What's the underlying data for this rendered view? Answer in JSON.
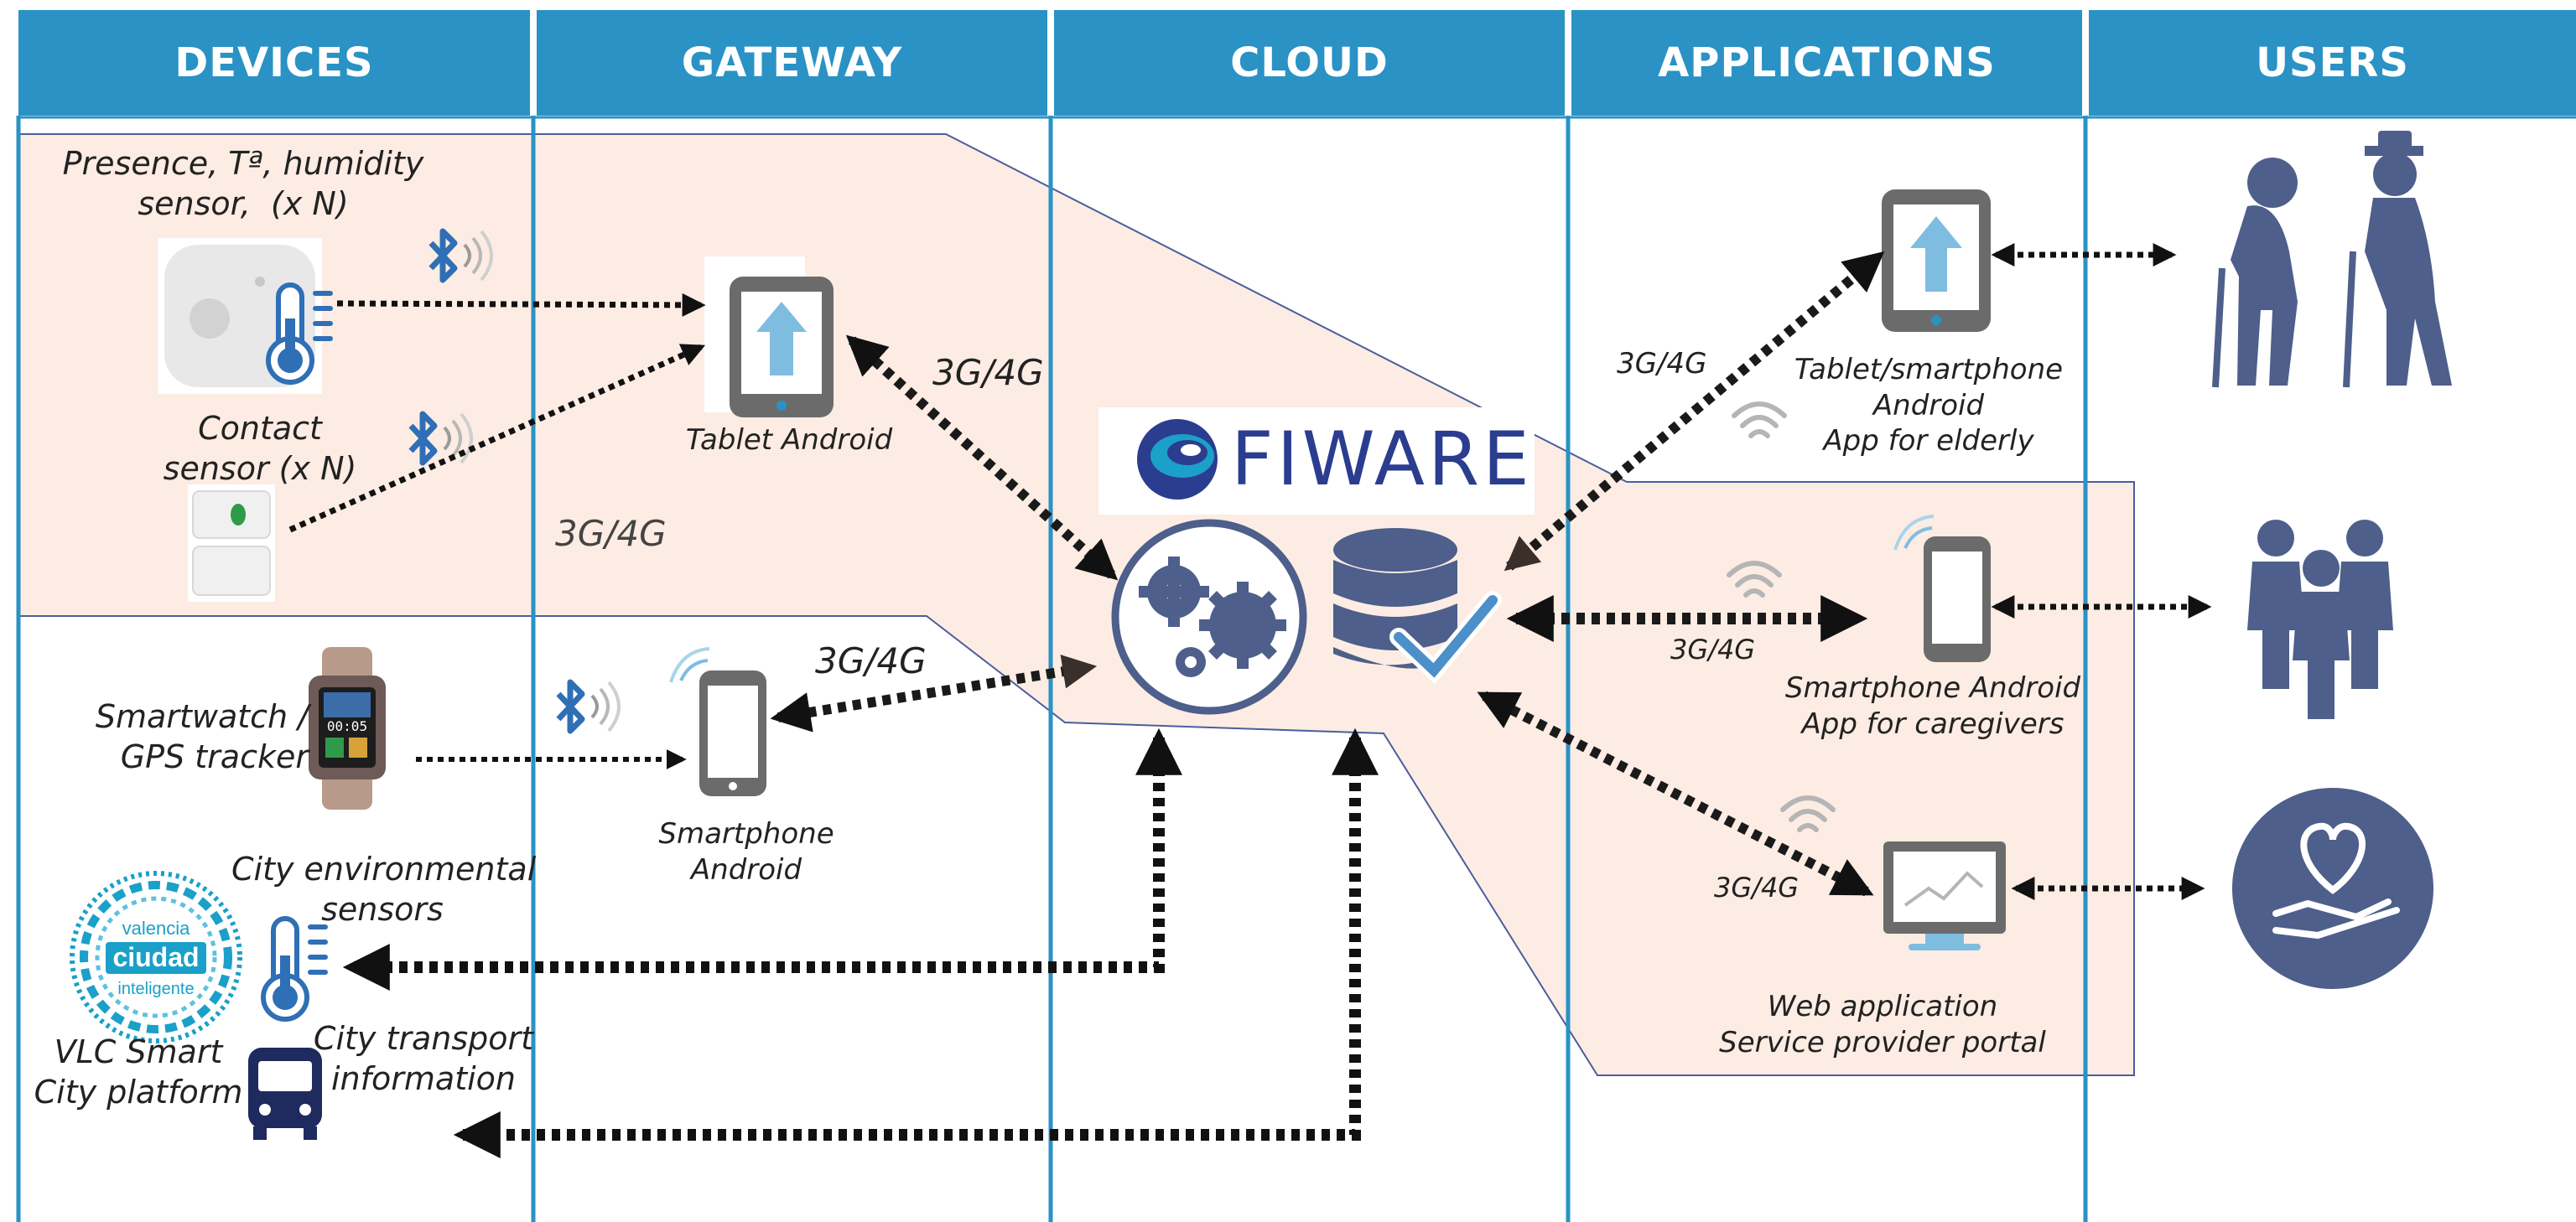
{
  "columns": [
    {
      "id": "devices",
      "label": "DEVICES"
    },
    {
      "id": "gateway",
      "label": "GATEWAY"
    },
    {
      "id": "cloud",
      "label": "CLOUD"
    },
    {
      "id": "applications",
      "label": "APPLICATIONS"
    },
    {
      "id": "users",
      "label": "USERS"
    }
  ],
  "devices": {
    "presence_sensor": "Presence, Tª, humidity\nsensor,  (x N)",
    "contact_sensor": "Contact\nsensor (x N)",
    "smartwatch": "Smartwatch /\nGPS tracker",
    "city_env_sensors": "City environmental\nsensors",
    "city_transport": "City transport\ninformation",
    "vlc_platform": "VLC Smart\nCity platform",
    "vlc_logo": {
      "line1": "valencia",
      "line2": "ciudad",
      "line3": "inteligente"
    }
  },
  "gateway": {
    "tablet": "Tablet Android",
    "smartphone": "Smartphone\nAndroid"
  },
  "cloud": {
    "logo": "FIWARE"
  },
  "applications": {
    "elderly_app": "Tablet/smartphone\nAndroid\nApp for elderly",
    "caregivers_app": "Smartphone Android\nApp for caregivers",
    "web_app": "Web application\nService provider portal"
  },
  "network_labels": {
    "gateway_tablet": "3G/4G",
    "gateway_region": "3G/4G",
    "gateway_smartphone": "3G/4G",
    "app_elderly": "3G/4G",
    "app_caregivers": "3G/4G",
    "app_web": "3G/4G"
  },
  "colors": {
    "header": "#2a92c4",
    "column_line": "#2a92c4",
    "region_fill": "#fcece3",
    "region_border": "#4a5e9c",
    "icon_slate": "#4d5f8a",
    "device_gray": "#6b6b6b",
    "upload_arrow": "#7fbde0",
    "bluetooth": "#2f6fb6",
    "fiware_blue": "#2b3d8f",
    "fiware_teal": "#1aa0c9"
  }
}
